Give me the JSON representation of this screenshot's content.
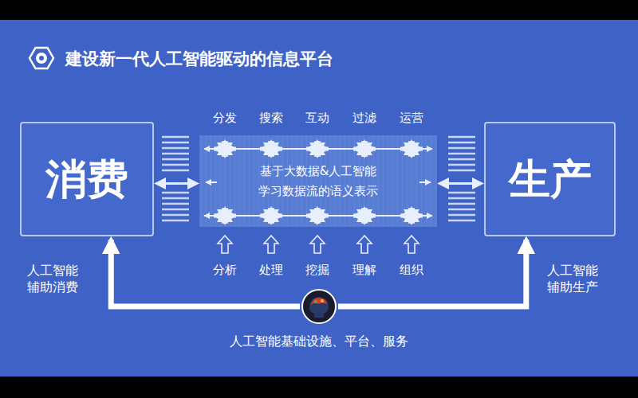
{
  "diagram": {
    "title": "建设新一代人工智能驱动的信息平台",
    "nodes": [
      {
        "text": [
          "消费"
        ]
      },
      {
        "text": [
          "基于大数据&人工智能 学习数据流的语义表示"
        ]
      },
      {
        "text": [
          "生产"
        ]
      },
      {
        "text": [
          "人工智能基础设施、平台、服务"
        ]
      }
    ],
    "edges": [
      {
        "from": 3,
        "to": 0,
        "arrow": "to",
        "label": "人工智能 辅助消费"
      },
      {
        "from": 3,
        "to": 2,
        "arrow": "to",
        "label": "人工智能 辅助生产"
      },
      {
        "from": 1,
        "to": 0,
        "arrow": "both"
      },
      {
        "from": 1,
        "to": 2,
        "arrow": "both"
      }
    ],
    "labels": [
      "分发",
      "搜索",
      "互动",
      "过滤",
      "运营",
      "分析",
      "处理",
      "挖掘",
      "理解",
      "组织"
    ]
  }
}
